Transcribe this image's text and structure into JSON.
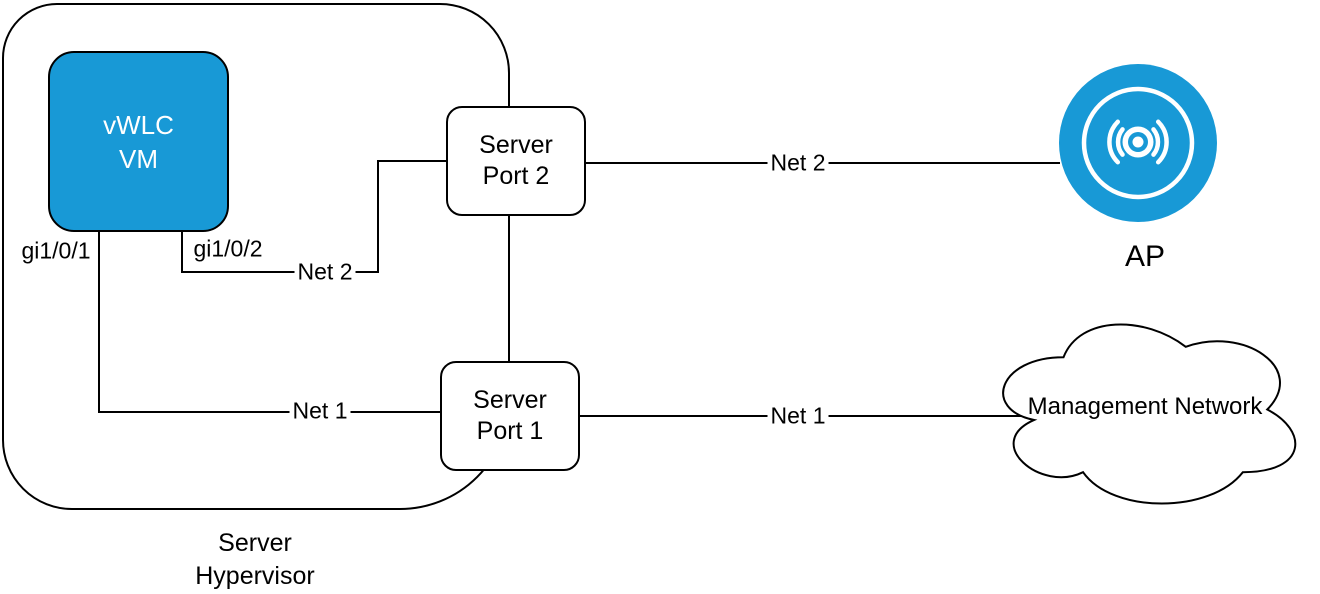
{
  "colors": {
    "node_blue": "#1899d6",
    "line_black": "#000000",
    "canvas_bg": "#ffffff",
    "node_text_white": "#ffffff"
  },
  "nodes": {
    "hypervisor": {
      "label_line1": "Server",
      "label_line2": "Hypervisor"
    },
    "vwlc": {
      "label_line1": "vWLC",
      "label_line2": "VM"
    },
    "port2": {
      "label_line1": "Server",
      "label_line2": "Port 2"
    },
    "port1": {
      "label_line1": "Server",
      "label_line2": "Port 1"
    },
    "ap": {
      "label": "AP"
    },
    "cloud": {
      "label": "Management Network"
    }
  },
  "edges": {
    "gi101_label": "gi1/0/1",
    "gi102_label": "gi1/0/2",
    "net2_inner_label": "Net 2",
    "net1_inner_label": "Net 1",
    "net2_outer_label": "Net 2",
    "net1_outer_label": "Net 1"
  }
}
